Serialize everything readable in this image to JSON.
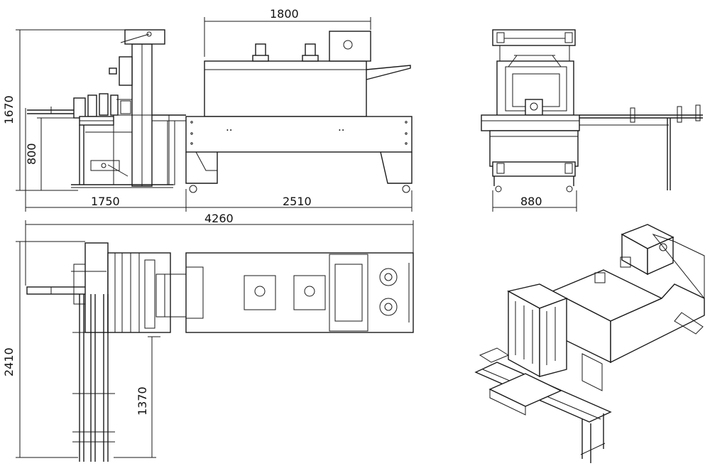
{
  "dimensions": {
    "side_heater_length": "1800",
    "total_height": "1670",
    "conveyor_height": "800",
    "wrapper_length": "1750",
    "tunnel_length": "2510",
    "end_width": "880",
    "total_length": "4260",
    "total_width": "2410",
    "infeed_length": "1370"
  }
}
